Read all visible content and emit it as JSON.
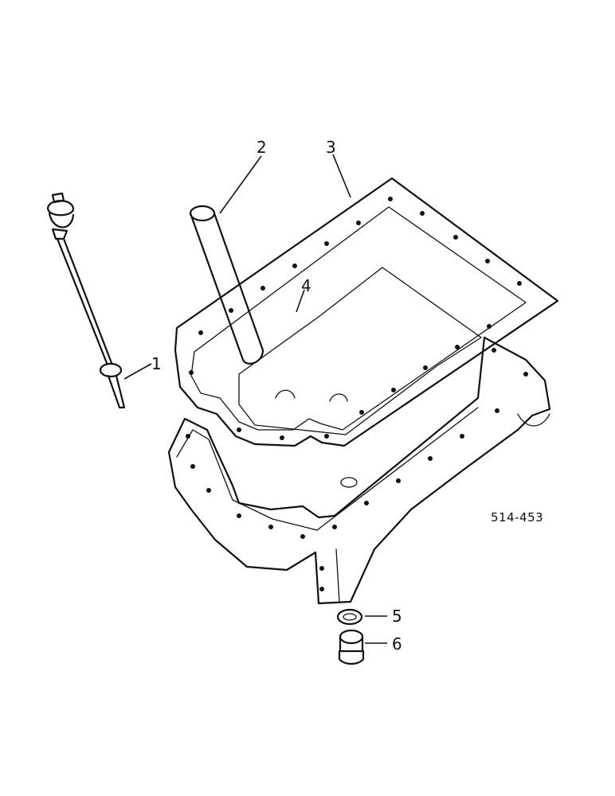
{
  "diagram": {
    "figure_code": "514-453",
    "callouts": [
      "1",
      "2",
      "3",
      "4",
      "5",
      "6"
    ],
    "ink_color": "#111111",
    "background": "#ffffff"
  }
}
